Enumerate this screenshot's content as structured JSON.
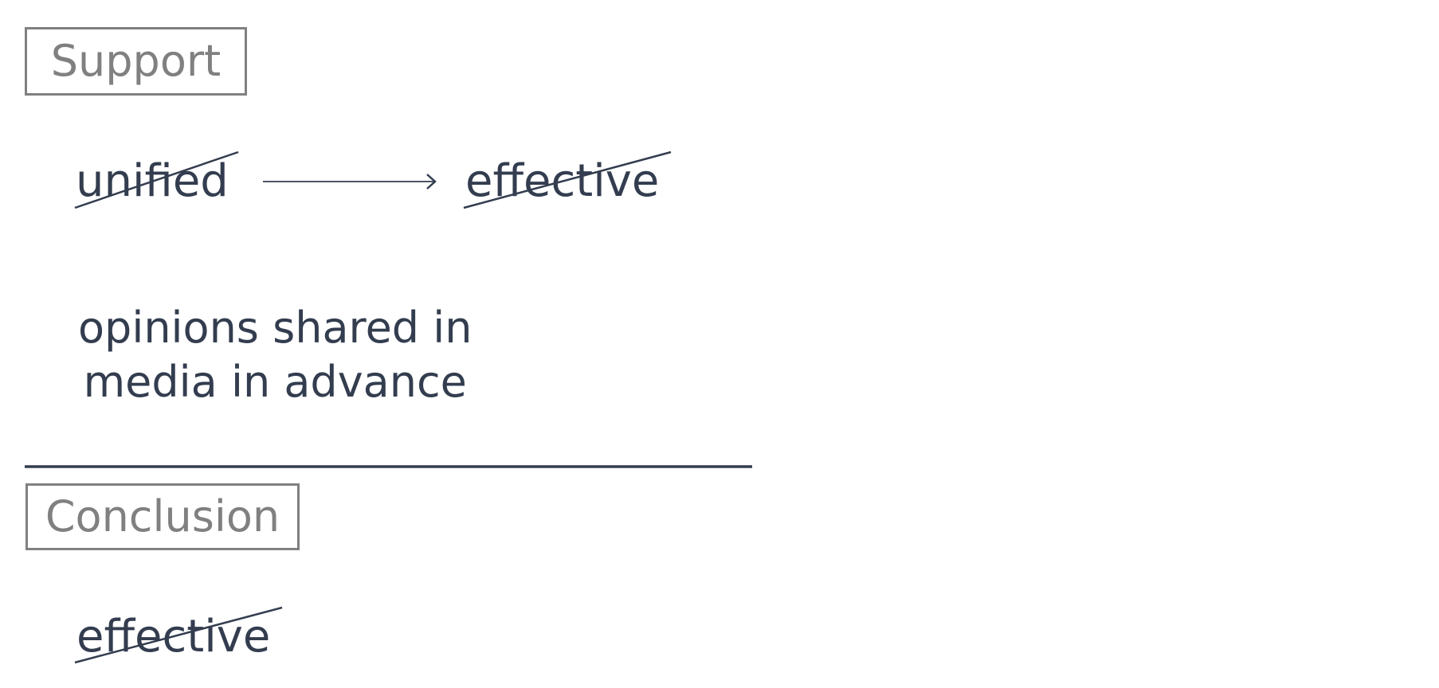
{
  "support": {
    "label": "Support",
    "from_word": "unified",
    "to_word": "effective",
    "note_line1": "opinions shared in",
    "note_line2": "media in advance"
  },
  "conclusion": {
    "label": "Conclusion",
    "word": "effective"
  },
  "colors": {
    "text": "#333d4f",
    "label": "#808080"
  }
}
